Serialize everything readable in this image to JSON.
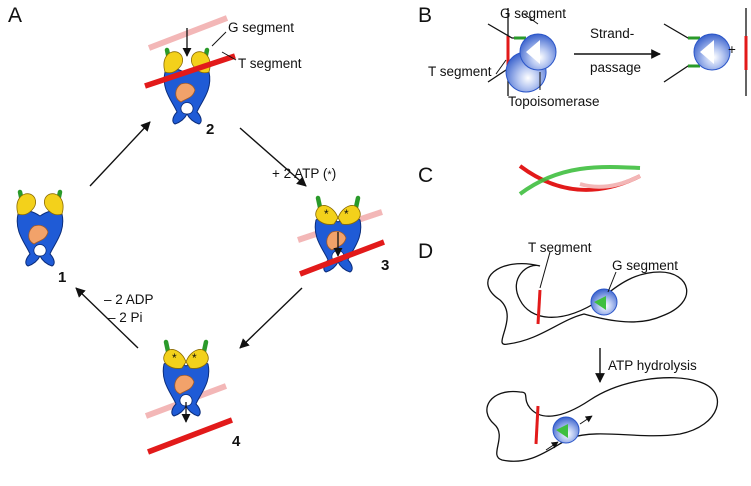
{
  "panels": {
    "a": "A",
    "b": "B",
    "c": "C",
    "d": "D"
  },
  "panel_a": {
    "state_labels": [
      "1",
      "2",
      "3",
      "4"
    ],
    "g_segment": "G segment",
    "t_segment": "T segment",
    "atp_step": "+ 2 ATP (",
    "atp_star": "*",
    "atp_close": ")",
    "release_adp": "– 2 ADP",
    "release_pi": "– 2 Pi"
  },
  "panel_b": {
    "g_segment": "G segment",
    "t_segment": "T segment",
    "strand": "Strand-",
    "passage": "passage",
    "topoisomerase": "Topoisomerase",
    "plus": "+"
  },
  "panel_d": {
    "t_segment": "T segment",
    "g_segment": "G segment",
    "atp_hydrolysis": "ATP hydrolysis"
  },
  "colors": {
    "blue": "#1f5bd6",
    "yellow": "#f3d11b",
    "orange": "#f2a26a",
    "green": "#2a9a2a",
    "red": "#e21a1a",
    "pink": "#f3b7b7"
  }
}
